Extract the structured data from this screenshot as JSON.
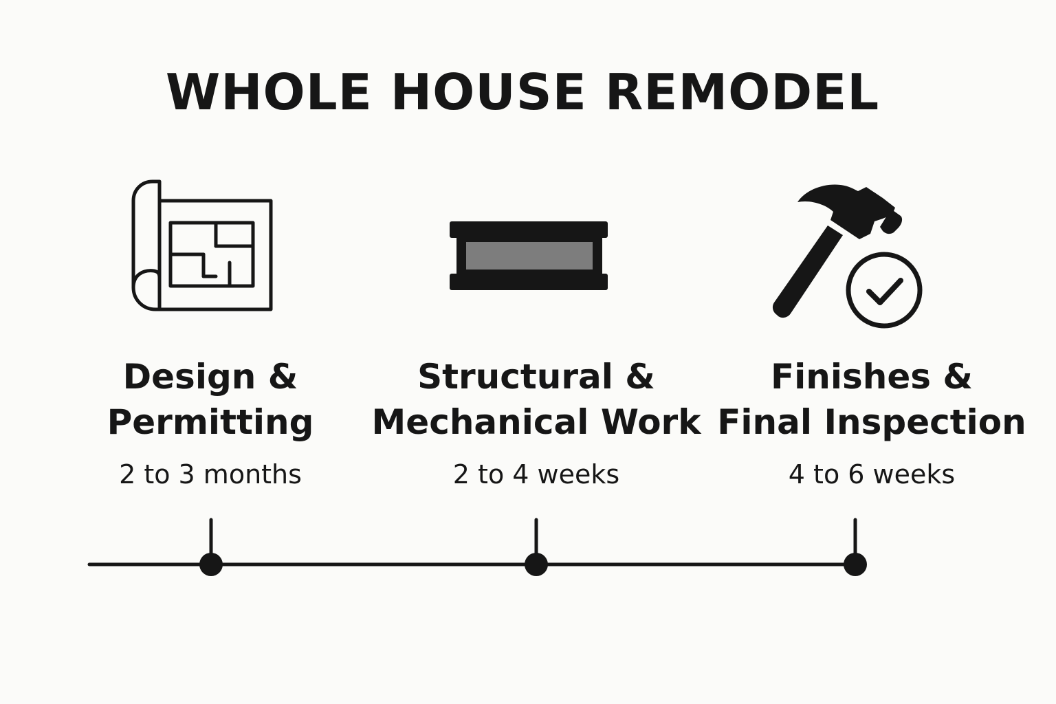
{
  "title": "WHOLE HOUSE REMODEL",
  "stages": [
    {
      "title_line1": "Design &",
      "title_line2": "Permitting",
      "duration": "2 to 3 months",
      "icon": "blueprint-icon"
    },
    {
      "title_line1": "Structural &",
      "title_line2": "Mechanical Work",
      "duration": "2 to 4 weeks",
      "icon": "steel-beam-icon"
    },
    {
      "title_line1": "Finishes &",
      "title_line2": "Final Inspection",
      "duration": "4 to 6 weeks",
      "icon": "hammer-check-icon"
    }
  ],
  "colors": {
    "ink": "#161616",
    "beam_fill": "#7d7d7d",
    "background": "#fbfbf9"
  }
}
